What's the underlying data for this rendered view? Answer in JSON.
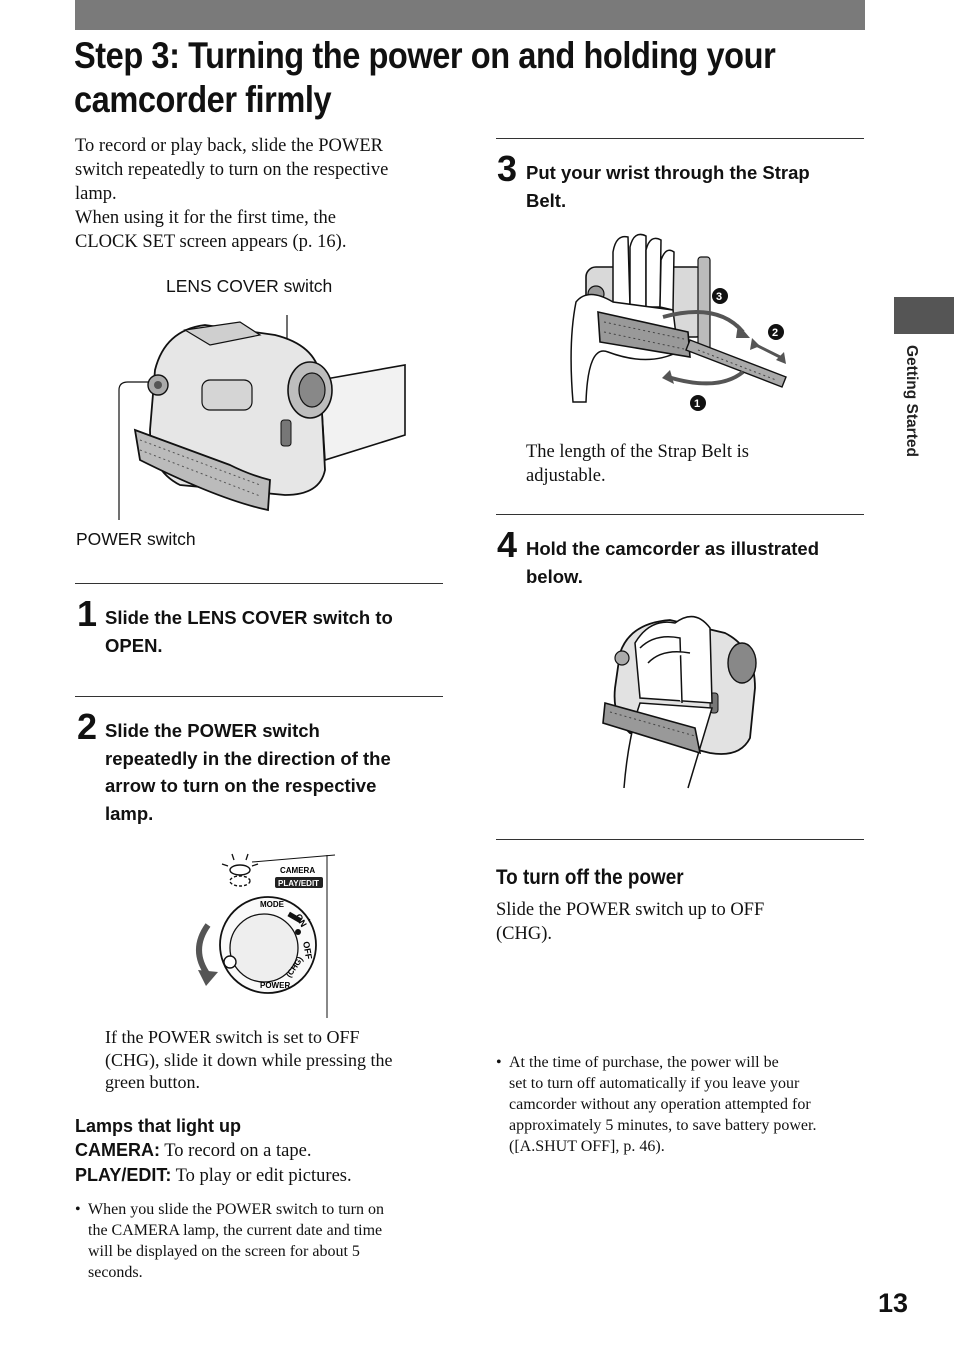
{
  "title": "Step 3: Turning the power on and holding your camcorder firmly",
  "intro": {
    "line1": "To record or play back, slide the POWER",
    "line2": "switch repeatedly to turn on the respective",
    "line3": "lamp.",
    "line4": "When using it for the first time, the",
    "line5": "CLOCK SET screen appears (p. 16)."
  },
  "figure1": {
    "lens_cover_label": "LENS COVER switch",
    "power_label": "POWER switch"
  },
  "step1": {
    "number": "1",
    "line1": "Slide the LENS COVER switch to",
    "line2": "OPEN."
  },
  "step2": {
    "number": "2",
    "line1": "Slide the POWER switch",
    "line2": "repeatedly in the direction of the",
    "line3": "arrow to turn on the respective",
    "line4": "lamp."
  },
  "switch_figure": {
    "camera": "CAMERA",
    "play_edit": "PLAY/EDIT",
    "mode": "MODE",
    "on": "ON",
    "off": "OFF",
    "chg": "(CHG)",
    "power": "POWER"
  },
  "step2_note": {
    "line1": "If the POWER switch is set to OFF",
    "line2": "(CHG), slide it down while pressing the",
    "line3": "green button."
  },
  "lamps": {
    "heading": "Lamps that light up",
    "camera_label": "CAMERA:",
    "camera_text": " To record on a tape.",
    "play_label": "PLAY/EDIT:",
    "play_text": " To play or edit pictures.",
    "bullet_symbol": "•",
    "bullet_line1": "When you slide the POWER switch to turn on",
    "bullet_line2": "the CAMERA lamp, the current date and time",
    "bullet_line3": "will be displayed on the screen for about 5",
    "bullet_line4": "seconds."
  },
  "step3": {
    "number": "3",
    "line1": "Put your wrist through the Strap",
    "line2": "Belt.",
    "callout1": "1",
    "callout2": "2",
    "callout3": "3",
    "note_line1": "The length of the Strap Belt is",
    "note_line2": "adjustable."
  },
  "step4": {
    "number": "4",
    "line1": "Hold the camcorder as illustrated",
    "line2": "below."
  },
  "turn_off": {
    "heading": "To turn off the power",
    "line1": "Slide the POWER switch up to OFF",
    "line2": "(CHG).",
    "bullet_symbol": "•",
    "bullet_line1": "At the time of purchase, the power will be",
    "bullet_line2": "set to turn off automatically if you leave your",
    "bullet_line3": "camcorder without any operation attempted for",
    "bullet_line4": "approximately 5 minutes, to save battery power.",
    "bullet_line5": "([A.SHUT OFF], p. 46)."
  },
  "side_tab": "Getting Started",
  "page_number": "13"
}
